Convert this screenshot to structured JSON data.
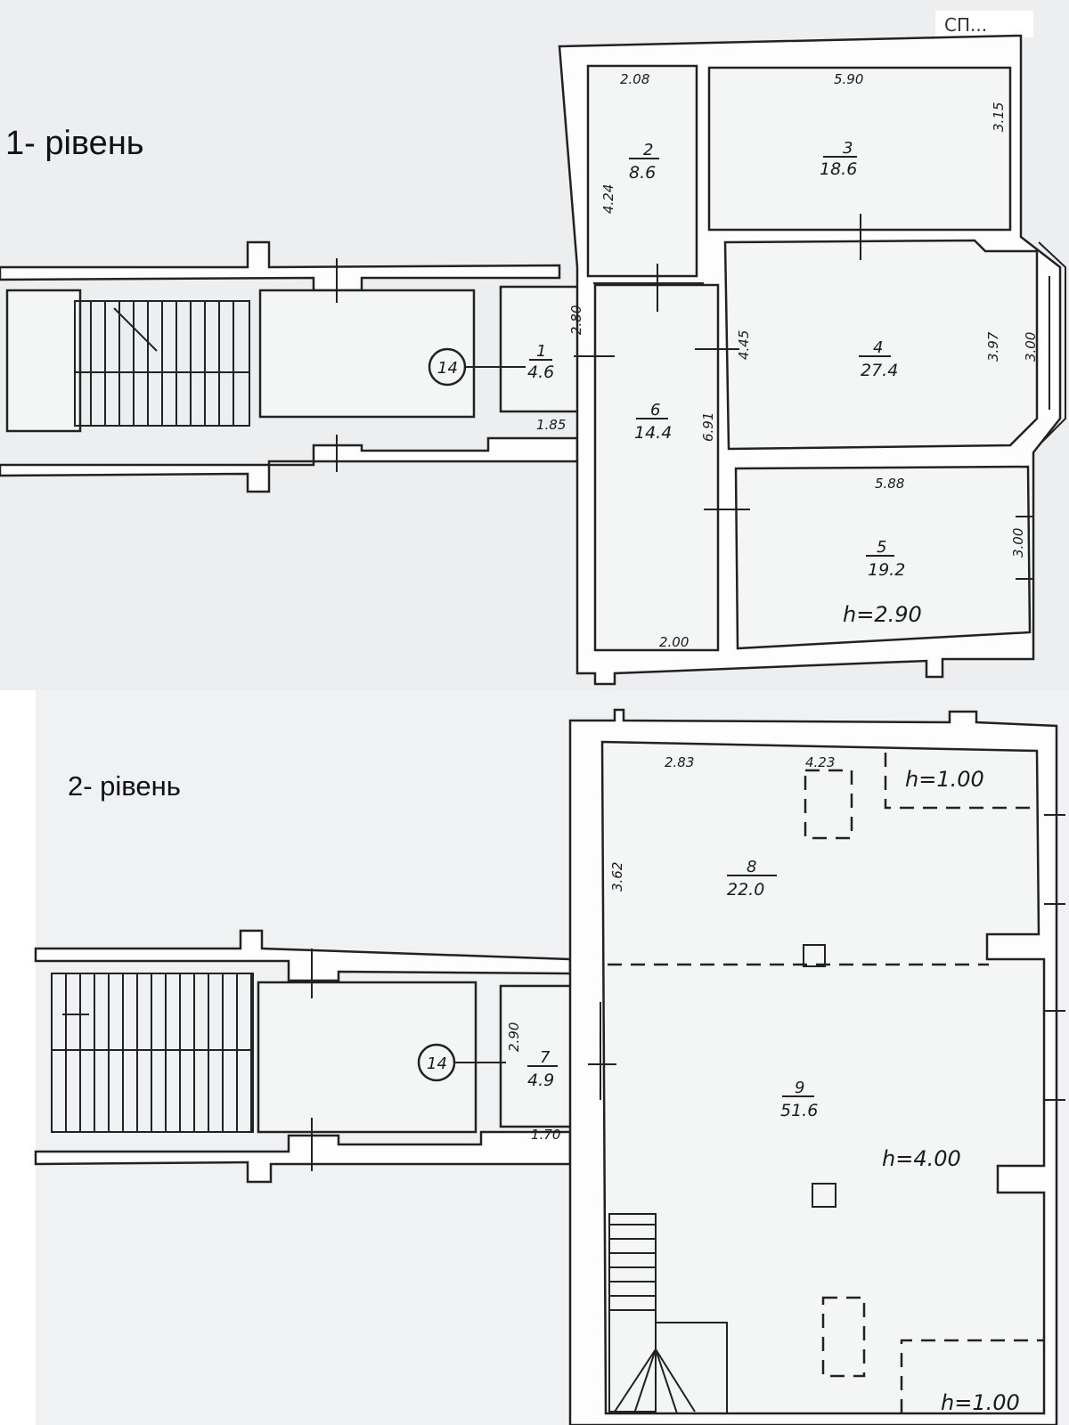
{
  "levels": [
    {
      "label": "1- рівень",
      "stair_marker": "14",
      "rooms": [
        {
          "number": "1",
          "area": "4.6"
        },
        {
          "number": "2",
          "area": "8.6"
        },
        {
          "number": "3",
          "area": "18.6"
        },
        {
          "number": "4",
          "area": "27.4"
        },
        {
          "number": "5",
          "area": "19.2"
        },
        {
          "number": "6",
          "area": "14.4"
        }
      ],
      "dimensions": [
        "2.08",
        "5.90",
        "3.15",
        "4.24",
        "2.80",
        "1.85",
        "4.45",
        "3.97",
        "3.00",
        "6.91",
        "5.88",
        "3.00",
        "2.00"
      ],
      "height_note": "h=2.90"
    },
    {
      "label": "2- рівень",
      "stair_marker": "14",
      "rooms": [
        {
          "number": "7",
          "area": "4.9"
        },
        {
          "number": "8",
          "area": "22.0"
        },
        {
          "number": "9",
          "area": "51.6"
        }
      ],
      "dimensions": [
        "2.83",
        "4.23",
        "3.62",
        "2.90",
        "1.70"
      ],
      "height_notes": [
        "h=1.00",
        "h=4.00",
        "h=1.00"
      ]
    }
  ],
  "watermark": "СП..."
}
